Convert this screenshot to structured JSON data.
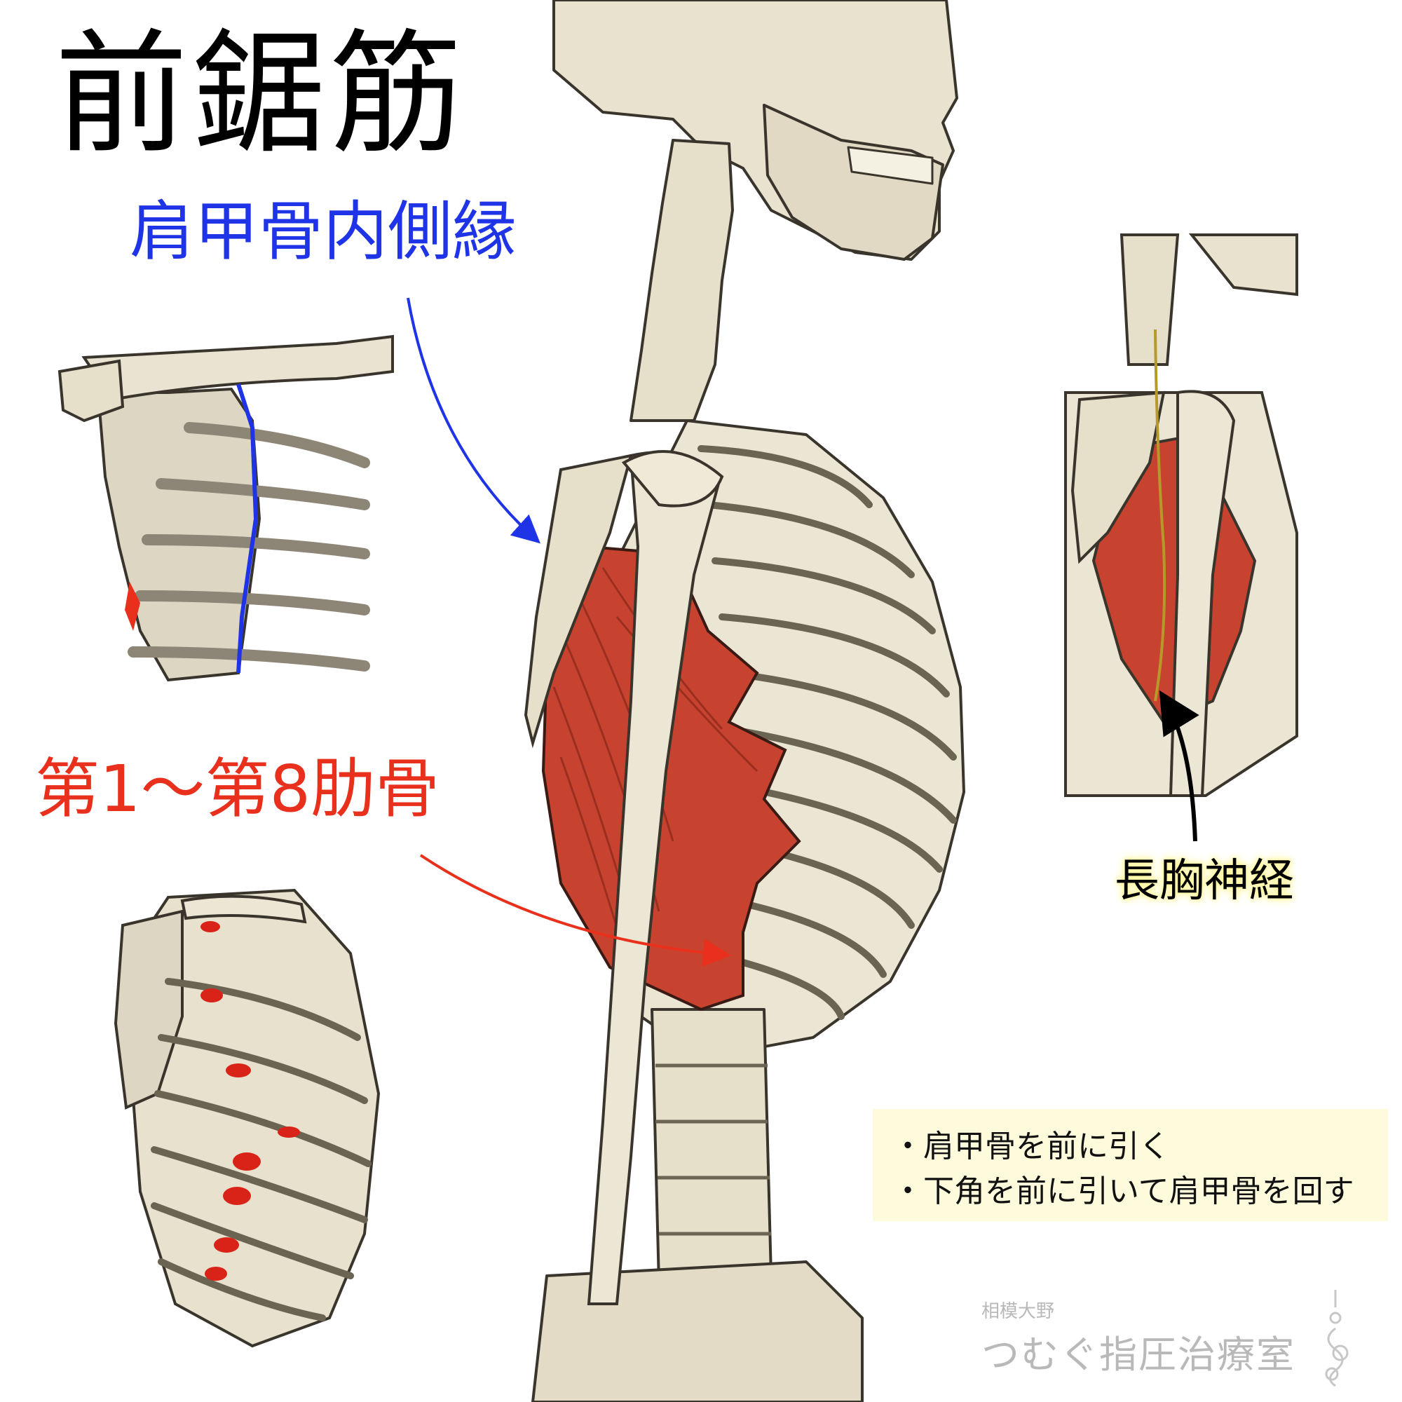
{
  "title": "前鋸筋",
  "labels": {
    "origin_blue": "肩甲骨内側縁",
    "insertion_red": "第1〜第8肋骨",
    "nerve": "長胸神経"
  },
  "actions": [
    "・肩甲骨を前に引く",
    "・下角を前に引いて肩甲骨を回す"
  ],
  "watermark": {
    "place": "相模大野",
    "name": "つむぐ指圧治療室"
  },
  "colors": {
    "blue_label": "#1f34e6",
    "red_label": "#e8301c",
    "muscle": "#c8432f",
    "bone": "#e6dfca",
    "note_bg": "#fdfbdc",
    "nerve_highlight": "#fff59a"
  }
}
